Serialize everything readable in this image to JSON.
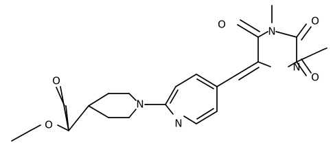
{
  "molecule": {
    "atoms": [
      {
        "id": "O_carbonyl_ester",
        "label": "O",
        "bind": "labels.o_carbonyl_ester"
      },
      {
        "id": "O_ether_ester",
        "label": "O",
        "bind": "labels.o_ether_ester"
      },
      {
        "id": "N_piperidine",
        "label": "N",
        "bind": "labels.n_piperidine"
      },
      {
        "id": "N_pyridine",
        "label": "N",
        "bind": "labels.n_pyridine"
      },
      {
        "id": "N_pyrimidine_1",
        "label": "N",
        "bind": "labels.n_pyrimidine_1"
      },
      {
        "id": "N_pyrimidine_3",
        "label": "N",
        "bind": "labels.n_pyrimidine_3"
      },
      {
        "id": "O_c4",
        "label": "O",
        "bind": "labels.o_c4"
      },
      {
        "id": "O_c2",
        "label": "O",
        "bind": "labels.o_c2"
      },
      {
        "id": "O_c6",
        "label": "O",
        "bind": "labels.o_c6"
      }
    ]
  },
  "labels": {
    "o_carbonyl_ester": "O",
    "o_ether_ester": "O",
    "n_piperidine": "N",
    "n_pyridine": "N",
    "n_pyrimidine_1": "N",
    "n_pyrimidine_3": "N",
    "o_c4": "O",
    "o_c2": "O",
    "o_c6": "O"
  }
}
